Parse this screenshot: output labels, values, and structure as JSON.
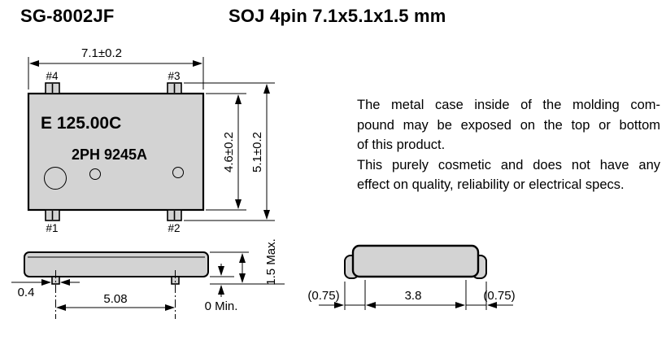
{
  "header": {
    "part_number": "SG-8002JF",
    "package_desc": "SOJ 4pin 7.1x5.1x1.5 mm"
  },
  "top_view": {
    "marking_line1": "E 125.00C",
    "marking_line2": "2PH 9245A",
    "pin_4": "#4",
    "pin_3": "#3",
    "pin_1": "#1",
    "pin_2": "#2",
    "dim_width": "7.1±0.2",
    "dim_body_height": "4.6±0.2",
    "dim_overall_height": "5.1±0.2"
  },
  "note": {
    "lines": [
      "The metal case inside of the molding com-",
      "pound may be exposed on the top or bottom",
      "of this product.",
      "This purely cosmetic and does not have any",
      "effect on quality, reliability or electrical specs."
    ]
  },
  "side_view": {
    "dim_lead_width": "0.4",
    "dim_lead_pitch": "5.08",
    "dim_height": "1.5 Max.",
    "dim_standoff": "0 Min."
  },
  "end_view": {
    "dim_left": "(0.75)",
    "dim_center": "3.8",
    "dim_right": "(0.75)"
  },
  "colors": {
    "body_fill": "#d3d3d3",
    "line": "#000000"
  }
}
